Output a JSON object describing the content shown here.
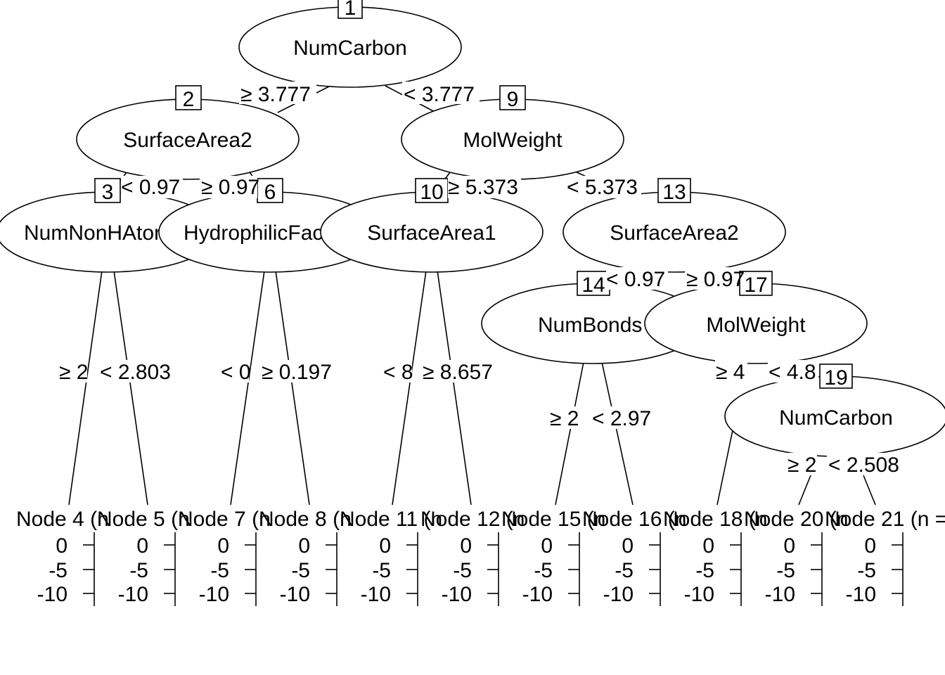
{
  "nodes": [
    {
      "id": "1",
      "var": "NumCarbon"
    },
    {
      "id": "2",
      "var": "SurfaceArea2"
    },
    {
      "id": "3",
      "var": "NumNonHAtoms"
    },
    {
      "id": "6",
      "var": "HydrophilicFactor"
    },
    {
      "id": "9",
      "var": "MolWeight"
    },
    {
      "id": "10",
      "var": "SurfaceArea1"
    },
    {
      "id": "13",
      "var": "SurfaceArea2"
    },
    {
      "id": "14",
      "var": "NumBonds"
    },
    {
      "id": "17",
      "var": "MolWeight"
    },
    {
      "id": "19",
      "var": "NumCarbon"
    }
  ],
  "edge_labels": {
    "n1_left": "≥ 3.777",
    "n1_right": "< 3.777",
    "n2_left": "< 0.97",
    "n2_right": "≥ 0.97",
    "n3_left": "≥ 2",
    "n3_right": "< 2.803",
    "n6_left": "< 0",
    "n6_right": "≥ 0.197",
    "n9_left": "≥ 5.373",
    "n9_right": "< 5.373",
    "n10_left": "< 8",
    "n10_right": "≥ 8.657",
    "n13_left": "< 0.97",
    "n13_right": "≥ 0.97",
    "n14_left": "≥ 2",
    "n14_right": "< 2.97",
    "n17_left": "≥ 4",
    "n17_right": "< 4.8",
    "n19_left": "≥ 2",
    "n19_right": "< 2.508"
  },
  "terminals": [
    {
      "label": "Node 4 (n"
    },
    {
      "label": "Node 5 (n"
    },
    {
      "label": "Node 7 (n"
    },
    {
      "label": "Node 8 (n"
    },
    {
      "label": "Node 11 (n"
    },
    {
      "label": "Node 12 (n"
    },
    {
      "label": "Node 15 (n"
    },
    {
      "label": "Node 16 (n"
    },
    {
      "label": "Node 18 (n"
    },
    {
      "label": "Node 20 (n"
    },
    {
      "label": "Node 21 (n ="
    }
  ],
  "terminal_ticks": [
    "0",
    "-5",
    "-10"
  ]
}
